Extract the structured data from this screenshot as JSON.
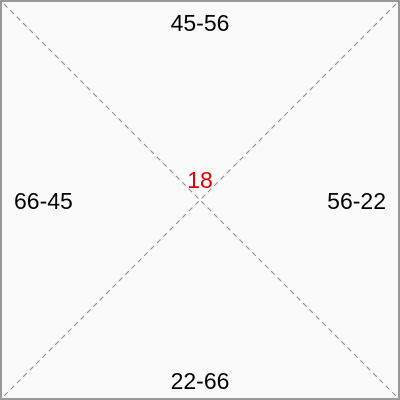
{
  "diagram": {
    "top_label": "45-56",
    "right_label": "56-22",
    "bottom_label": "22-66",
    "left_label": "66-45",
    "center_value": "18"
  },
  "colors": {
    "background": "#fafafa",
    "border": "#999999",
    "diagonal": "#888888",
    "label_text": "#000000",
    "center_value": "#e00000"
  }
}
